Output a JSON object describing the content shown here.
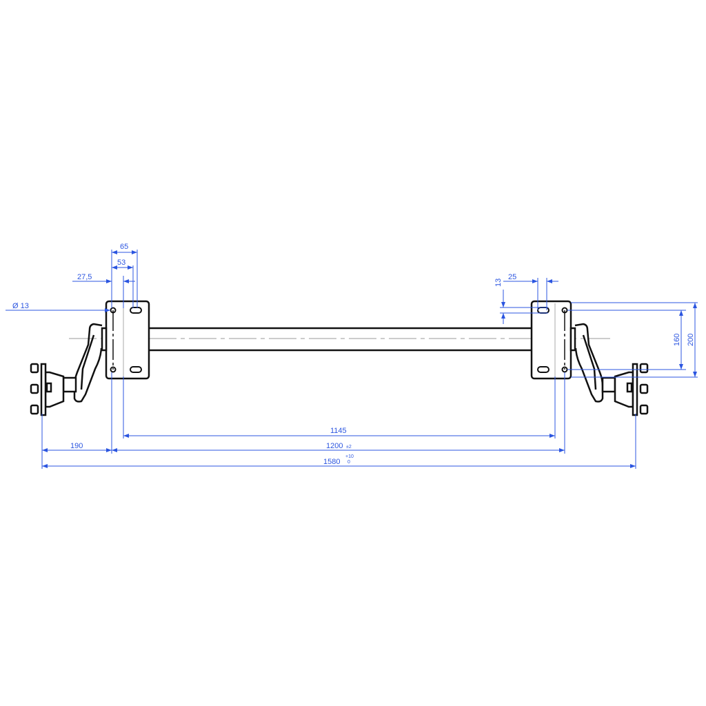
{
  "drawing": {
    "subject": "Trailer axle technical drawing",
    "line_color": "#111111",
    "dimension_color": "#2b55e0",
    "centerline_color": "#999999"
  },
  "dimensions": {
    "hole_diameter": "Ø 13",
    "left_offset_27_5": "27,5",
    "left_53": "53",
    "left_65": "65",
    "right_13": "13",
    "right_25": "25",
    "right_160": "160",
    "right_200": "200",
    "span_1145": "1145",
    "span_1200": "1200",
    "span_1200_tol": "±2",
    "span_1580": "1580",
    "span_1580_tol_upper": "+10",
    "span_1580_tol_lower": "0",
    "hub_190": "190"
  }
}
